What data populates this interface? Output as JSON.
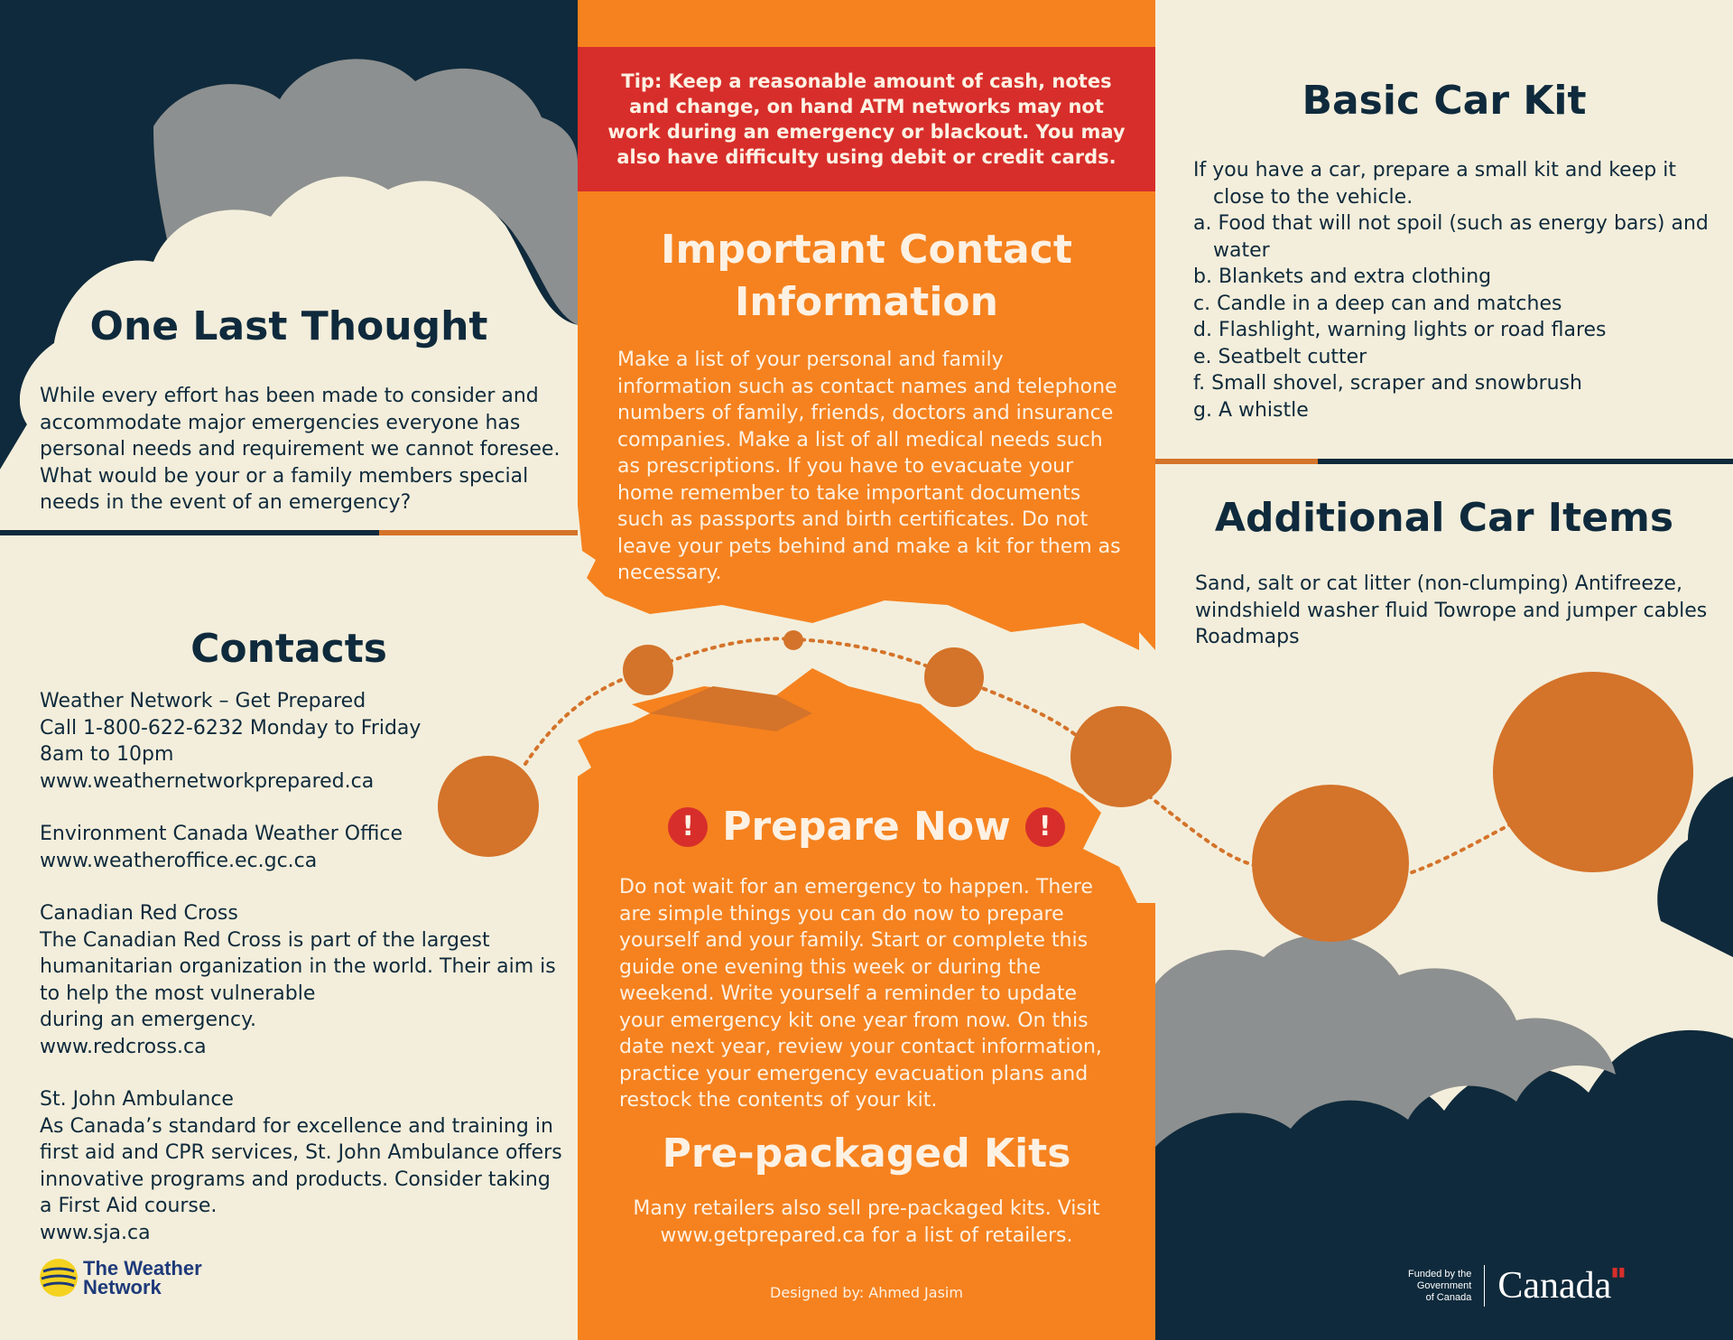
{
  "tip": "Tip: Keep a reasonable amount of cash, notes and change, on hand ATM networks may not work during an emergency or blackout. You may also have difficulty using debit or credit cards.",
  "one_last_thought": {
    "title": "One Last Thought",
    "body": "While every effort has been made to consider and accommodate major emergencies everyone has personal needs and requirement we cannot foresee. What would be your or a family members special needs in the event of an emergency?"
  },
  "contacts": {
    "title": "Contacts",
    "blocks": [
      "Weather Network – Get Prepared\nCall 1-800-622-6232 Monday to Friday\n8am to 10pm\nwww.weathernetworkprepared.ca",
      "Environment Canada Weather Office\nwww.weatheroffice.ec.gc.ca",
      "Canadian Red Cross\nThe Canadian Red Cross is part of the largest humanitarian organization in the world. Their aim is to help the most vulnerable\nduring an emergency.\nwww.redcross.ca",
      "St. John Ambulance\nAs Canada’s standard for excellence and training in first aid and CPR services, St. John Ambulance offers innovative programs and products. Consider taking a First Aid course.\nwww.sja.ca"
    ]
  },
  "important_contact": {
    "title": "Important Contact Information",
    "body": "Make a list of your personal and family information such as contact names and telephone numbers of family, friends, doctors and insurance companies. Make a list of all medical needs such as prescriptions. If you have to evacuate your home remember to take important documents such as passports and birth certificates. Do not leave your pets behind and make a kit for them as necessary."
  },
  "prepare_now": {
    "title": "Prepare Now",
    "icon_glyph": "!",
    "body": "Do not wait for an emergency to happen. There are simple things you can do now to prepare yourself and your family. Start or complete this guide one evening this week or during the weekend. Write yourself a reminder to update your emergency kit one year from now. On this date next year, review your contact information, practice your emergency evacuation plans and restock the contents of your kit."
  },
  "pre_packaged": {
    "title": "Pre-packaged Kits",
    "body": "Many retailers also sell pre-packaged kits. Visit www.getprepared.ca for a list of retailers."
  },
  "designed_by": "Designed by:  Ahmed Jasim",
  "basic_car_kit": {
    "title": "Basic Car Kit",
    "intro": "If you have a car, prepare a small kit and keep it close to the vehicle.",
    "items": [
      "a. Food that will not spoil (such as energy bars) and water",
      "b. Blankets and extra clothing",
      "c. Candle in a deep can and matches",
      "d. Flashlight, warning lights or road flares",
      "e. Seatbelt cutter",
      "f. Small shovel, scraper and snowbrush",
      "g. A whistle"
    ]
  },
  "additional_car_items": {
    "title": "Additional Car Items",
    "body": "Sand, salt or cat litter (non-clumping) Antifreeze, windshield washer fluid Towrope and jumper cables Roadmaps"
  },
  "logos": {
    "weather_network": "The Weather\nNetwork",
    "gov_funded": "Funded by the\nGovernment\nof Canada",
    "canada_wordmark": "Canada"
  },
  "colors": {
    "navy": "#0f2a3c",
    "orange": "#f5821f",
    "dark_orange": "#d4732a",
    "red": "#d72e2b",
    "cream": "#f3eedb",
    "gray": "#8d9090"
  }
}
